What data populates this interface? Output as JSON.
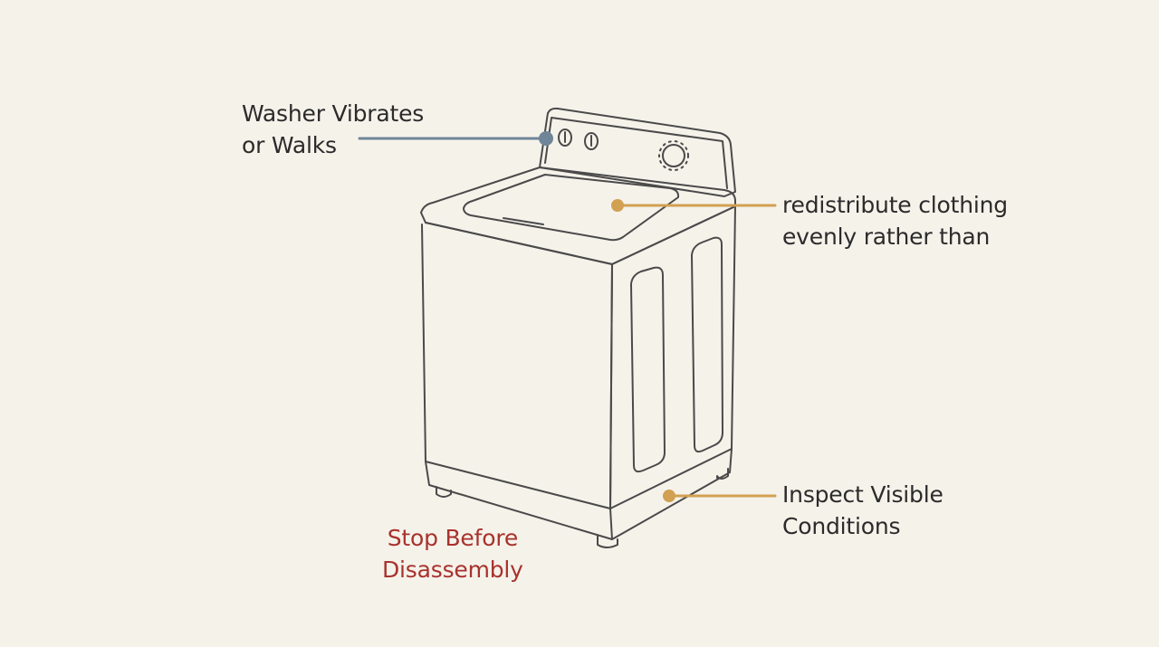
{
  "callouts": {
    "vibrates": {
      "lines": [
        "Washer Vibrates",
        "or Walks"
      ],
      "color": "#6f8598"
    },
    "redistribute": {
      "lines": [
        "redistribute clothing",
        "evenly rather than"
      ],
      "color": "#d2a052"
    },
    "inspect": {
      "lines": [
        "Inspect Visible",
        "Conditions"
      ],
      "color": "#d2a052"
    },
    "stop": {
      "lines": [
        "Stop Before",
        "Disassembly"
      ],
      "color": "#a8322d"
    }
  },
  "colors": {
    "background": "#f5f2ea",
    "sketch_line": "#4a4a4a",
    "text": "#2b2b2b"
  }
}
